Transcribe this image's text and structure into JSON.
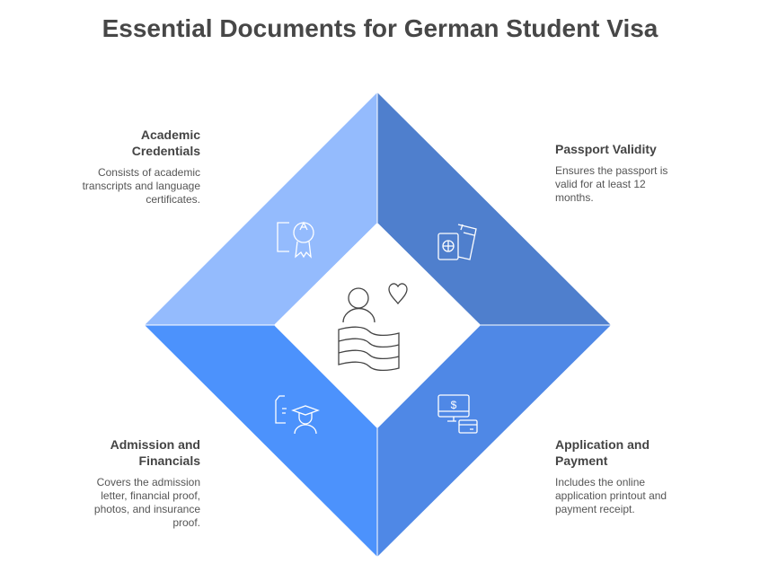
{
  "title": "Essential Documents for German Student Visa",
  "colors": {
    "top_left": "#94bbfd",
    "top_right": "#4f7fcd",
    "bottom_left": "#4c92fc",
    "bottom_right": "#4f88e6"
  },
  "center_icon": "person-heart-flag-icon",
  "sections": [
    {
      "heading": "Academic Credentials",
      "body": "Consists of academic transcripts and language certificates.",
      "icon": "certificate-icon"
    },
    {
      "heading": "Passport Validity",
      "body": "Ensures the passport is valid for at least 12 months.",
      "icon": "passport-ticket-icon"
    },
    {
      "heading": "Admission and Financials",
      "body": "Covers the admission letter, financial proof, photos, and insurance proof.",
      "icon": "document-graduate-icon"
    },
    {
      "heading": "Application and Payment",
      "body": "Includes the online application printout and payment receipt.",
      "icon": "computer-payment-icon"
    }
  ]
}
